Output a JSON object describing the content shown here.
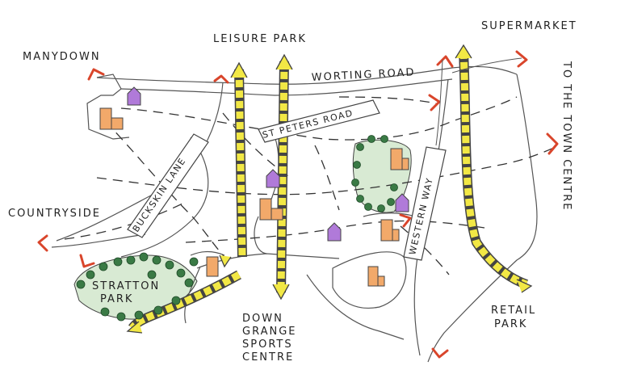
{
  "labels": {
    "manydown": "MANYDOWN",
    "leisure_park": "LEISURE PARK",
    "supermarket": "SUPERMARKET",
    "to_the_town_centre": "TO THE TOWN CENTRE",
    "worting_road": "WORTING ROAD",
    "st_peters_road": "ST PETERS ROAD",
    "buckskin_lane": "BUCKSKIN LANE",
    "western_way": "WESTERN WAY",
    "countryside": "COUNTRYSIDE",
    "stratton_park_line1": "STRATTON",
    "stratton_park_line2": "PARK",
    "down_grange_line1": "DOWN",
    "down_grange_line2": "GRANGE",
    "down_grange_line3": "SPORTS",
    "down_grange_line4": "CENTRE",
    "retail_park_line1": "RETAIL",
    "retail_park_line2": "PARK"
  },
  "colors": {
    "arrow_red": "#d9452b",
    "link_yellow": "#f2e845",
    "park_green": "#d8ead3",
    "tree_green": "#3a7a45",
    "building_orange": "#f2a96a",
    "church_purple": "#b07ad9",
    "line_grey": "#555555"
  },
  "icons": [
    "red-arrow-icon",
    "building-icon",
    "church-icon",
    "tree-icon"
  ]
}
